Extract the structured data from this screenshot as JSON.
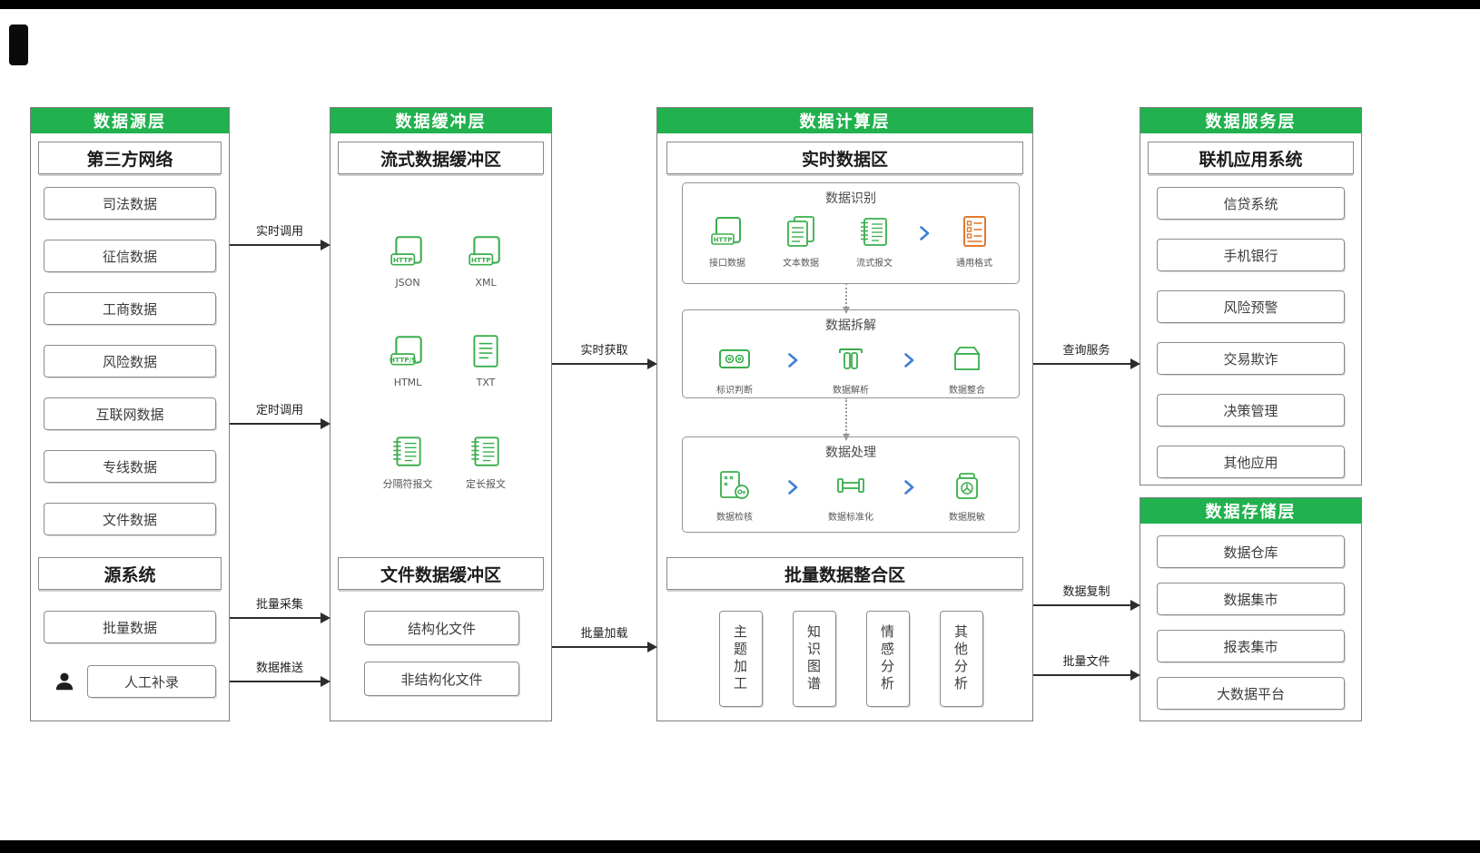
{
  "colors": {
    "layer_header_green": "#21B14E",
    "box_border": "#8c8c8c",
    "icon_green": "#3AAE4C",
    "icon_orange": "#E2792F",
    "chevron_blue": "#3E7FD6",
    "arrow_dark": "#2d2d2d"
  },
  "icons": {
    "http-file-icon": "square file with HTTP badge (green outline)",
    "page-icon": "single page with text lines",
    "document-stack-icon": "two stacked pages with text lines",
    "stream-message-icon": "spiral-bound message page",
    "generic-format-icon": "orange checklist clipboard",
    "identify-judge-icon": "card with two gears",
    "data-parse-icon": "lid with two split columns",
    "data-merge-icon": "storage container",
    "data-check-icon": "document with marks and key lens",
    "data-standardize-icon": "bar gauge",
    "data-mask-icon": "sealed jar with vent symbol",
    "person-icon": "person silhouette",
    "chevron-right-icon": "blue right chevron",
    "arrow-right-icon": "solid right arrow",
    "dotted-down-arrow-icon": "dotted vertical arrow"
  },
  "source_layer": {
    "title": "数据源层",
    "third_party": {
      "title": "第三方网络",
      "items": [
        "司法数据",
        "征信数据",
        "工商数据",
        "风险数据",
        "互联网数据",
        "专线数据",
        "文件数据"
      ]
    },
    "source_system": {
      "title": "源系统",
      "items": [
        "批量数据",
        "人工补录"
      ]
    }
  },
  "buffer_layer": {
    "title": "数据缓冲层",
    "stream_section": {
      "title": "流式数据缓冲区",
      "formats": [
        {
          "label": "JSON",
          "badge": "HTTP"
        },
        {
          "label": "XML",
          "badge": "HTTP"
        },
        {
          "label": "HTML",
          "badge": "HTTP/S"
        },
        {
          "label": "TXT"
        },
        {
          "label": "分隔符报文"
        },
        {
          "label": "定长报文"
        }
      ]
    },
    "file_section": {
      "title": "文件数据缓冲区",
      "items": [
        "结构化文件",
        "非结构化文件"
      ]
    }
  },
  "compute_layer": {
    "title": "数据计算层",
    "realtime_section": {
      "title": "实时数据区",
      "stages": [
        {
          "title": "数据识别",
          "inputs": [
            {
              "label": "接口数据",
              "badge": "HTTP"
            },
            {
              "label": "文本数据"
            },
            {
              "label": "流式报文"
            }
          ],
          "output": {
            "label": "通用格式"
          }
        },
        {
          "title": "数据拆解",
          "steps": [
            {
              "label": "标识判断"
            },
            {
              "label": "数据解析"
            },
            {
              "label": "数据整合"
            }
          ]
        },
        {
          "title": "数据处理",
          "steps": [
            {
              "label": "数据检核"
            },
            {
              "label": "数据标准化"
            },
            {
              "label": "数据脱敏"
            }
          ]
        }
      ]
    },
    "batch_section": {
      "title": "批量数据整合区",
      "items": [
        "主题加工",
        "知识图谱",
        "情感分析",
        "其他分析"
      ]
    }
  },
  "service_layer": {
    "title": "数据服务层",
    "section": {
      "title": "联机应用系统",
      "items": [
        "信贷系统",
        "手机银行",
        "风险预警",
        "交易欺诈",
        "决策管理",
        "其他应用"
      ]
    }
  },
  "storage_layer": {
    "title": "数据存储层",
    "items": [
      "数据仓库",
      "数据集市",
      "报表集市",
      "大数据平台"
    ]
  },
  "flows": {
    "realtime_call": "实时调用",
    "timed_call": "定时调用",
    "batch_collect": "批量采集",
    "data_push": "数据推送",
    "realtime_fetch": "实时获取",
    "batch_load": "批量加载",
    "query_service": "查询服务",
    "data_copy": "数据复制",
    "batch_file": "批量文件"
  }
}
